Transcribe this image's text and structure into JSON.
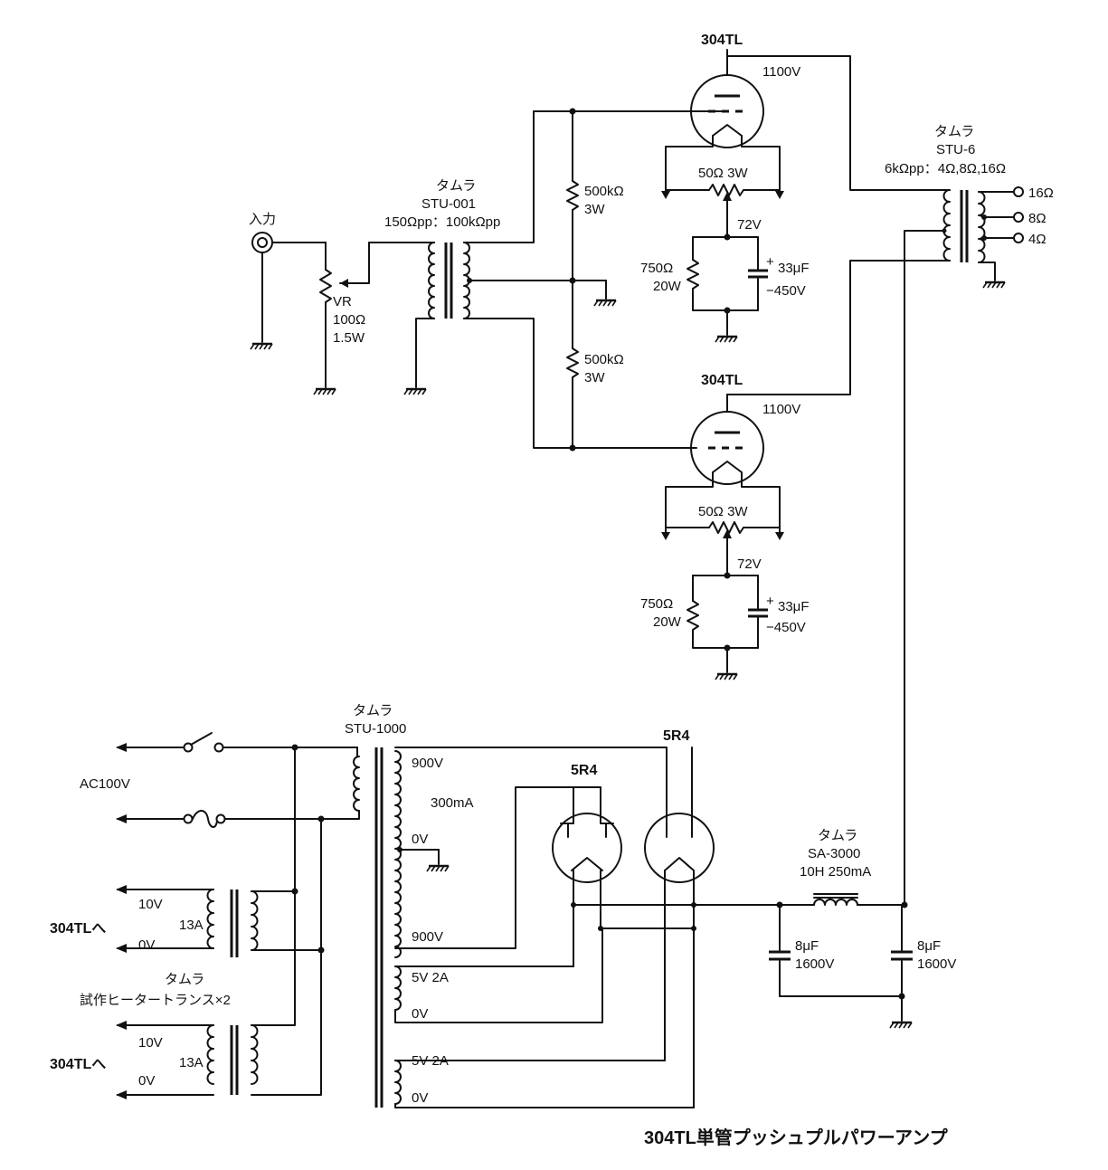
{
  "diagram_title": "304TL単管プッシュプルパワーアンプ",
  "input": {
    "label": "入力"
  },
  "volume": {
    "name": "VR",
    "value": "100Ω",
    "power": "1.5W"
  },
  "input_transformer": {
    "maker": "タムラ",
    "model": "STU-001",
    "spec": "150Ωpp：100kΩpp"
  },
  "grid_resistor_upper": {
    "value": "500kΩ",
    "power": "3W"
  },
  "grid_resistor_lower": {
    "value": "500kΩ",
    "power": "3W"
  },
  "tube_upper": {
    "name": "304TL",
    "plate_voltage": "1100V"
  },
  "tube_lower": {
    "name": "304TL",
    "plate_voltage": "1100V"
  },
  "hum_balancer_upper": {
    "value": "50Ω 3W"
  },
  "hum_balancer_lower": {
    "value": "50Ω 3W"
  },
  "cathode_upper": {
    "voltage": "72V",
    "resistor": "750Ω",
    "resistor_power": "20W",
    "cap": "33μF",
    "cap_voltage": "−450V",
    "plus": "+"
  },
  "cathode_lower": {
    "voltage": "72V",
    "resistor": "750Ω",
    "resistor_power": "20W",
    "cap": "33μF",
    "cap_voltage": "−450V",
    "plus": "+"
  },
  "output_transformer": {
    "maker": "タムラ",
    "model": "STU-6",
    "spec": "6kΩpp：4Ω,8Ω,16Ω",
    "taps": [
      "16Ω",
      "8Ω",
      "4Ω"
    ]
  },
  "power_transformer": {
    "maker": "タムラ",
    "model": "STU-1000",
    "windings": [
      "900V",
      "300mA",
      "0V",
      "900V",
      "5V 2A",
      "0V",
      "5V 2A",
      "0V"
    ]
  },
  "mains": {
    "label": "AC100V"
  },
  "rectifier_left": {
    "name": "5R4"
  },
  "rectifier_right": {
    "name": "5R4"
  },
  "choke": {
    "maker": "タムラ",
    "model": "SA-3000",
    "spec": "10H 250mA"
  },
  "filter_cap_left": {
    "value": "8μF",
    "voltage": "1600V"
  },
  "filter_cap_right": {
    "value": "8μF",
    "voltage": "1600V"
  },
  "heater_transformers": {
    "maker": "タムラ",
    "model": "試作ヒータートランス×2",
    "units": [
      {
        "destination": "304TLへ",
        "v_high": "10V",
        "v_low": "0V",
        "current": "13A"
      },
      {
        "destination": "304TLへ",
        "v_high": "10V",
        "v_low": "0V",
        "current": "13A"
      }
    ]
  }
}
